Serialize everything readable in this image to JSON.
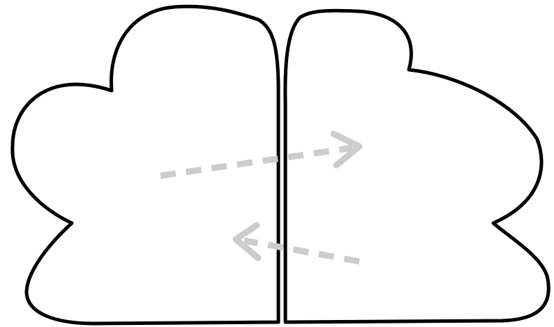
{
  "diagram": {
    "colors": {
      "outline": "#000000",
      "fill": "#ffffff",
      "arrow": "#cccccc",
      "background": "#ffffff"
    },
    "shapes": [
      "left-half",
      "right-half"
    ],
    "arrows": [
      {
        "name": "arrow-left-to-right",
        "direction": "left-to-right",
        "style": "dashed"
      },
      {
        "name": "arrow-right-to-left",
        "direction": "right-to-left",
        "style": "dashed"
      }
    ]
  }
}
